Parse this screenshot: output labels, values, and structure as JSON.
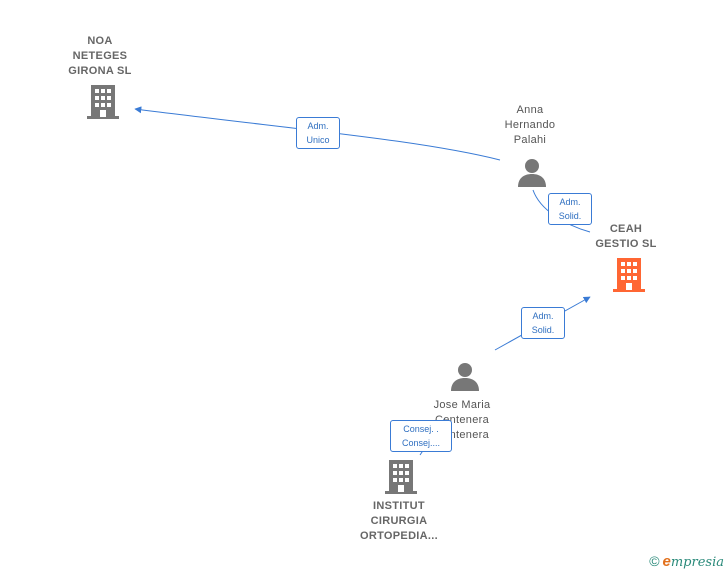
{
  "nodes": {
    "noa": {
      "lines": [
        "NOA",
        "NETEGES",
        "GIRONA  SL"
      ],
      "type": "company",
      "color": "#777777"
    },
    "anna": {
      "lines": [
        "Anna",
        "Hernando",
        "Palahi"
      ],
      "type": "person",
      "color": "#777777"
    },
    "ceah": {
      "lines": [
        "CEAH",
        "GESTIO  SL"
      ],
      "type": "company",
      "color": "#ff6633",
      "highlight": true
    },
    "jose": {
      "lines": [
        "Jose Maria",
        "Centenera",
        "Centenera"
      ],
      "type": "person",
      "color": "#777777"
    },
    "institut": {
      "lines": [
        "INSTITUT",
        "CIRURGIA",
        "ORTOPEDIA..."
      ],
      "type": "company",
      "color": "#777777"
    }
  },
  "edges": [
    {
      "from": "anna",
      "to": "noa",
      "label": [
        "Adm.",
        "Unico"
      ]
    },
    {
      "from": "anna",
      "to": "ceah",
      "label": [
        "Adm.",
        "Solid."
      ]
    },
    {
      "from": "jose",
      "to": "ceah",
      "label": [
        "Adm.",
        "Solid."
      ]
    },
    {
      "from": "jose",
      "to": "institut",
      "label": [
        "Consej. .",
        "Consej...."
      ]
    }
  ],
  "edge_color": "#3a7bd5",
  "brand": {
    "copyright": "©",
    "initial": "e",
    "rest": "mpresia"
  }
}
